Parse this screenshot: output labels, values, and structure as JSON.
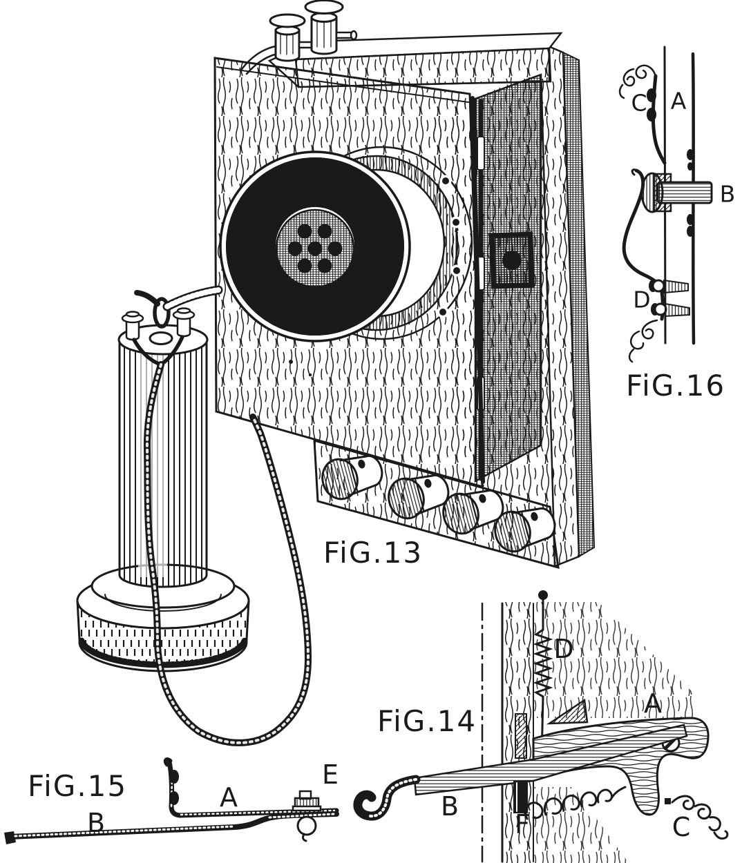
{
  "paper_color": "#ffffff",
  "ink_color": "#1a1a1a",
  "figures": {
    "fig13": {
      "caption": "FiG.13"
    },
    "fig14": {
      "caption": "FiG.14",
      "labels": {
        "a": "A",
        "b": "B",
        "c": "C",
        "d": "D",
        "f": "F"
      }
    },
    "fig15": {
      "caption": "FiG.15",
      "labels": {
        "a": "A",
        "b": "B",
        "e": "E"
      }
    },
    "fig16": {
      "caption": "FiG.16",
      "labels": {
        "a": "A",
        "b": "B",
        "c": "C",
        "d": "D"
      }
    }
  }
}
